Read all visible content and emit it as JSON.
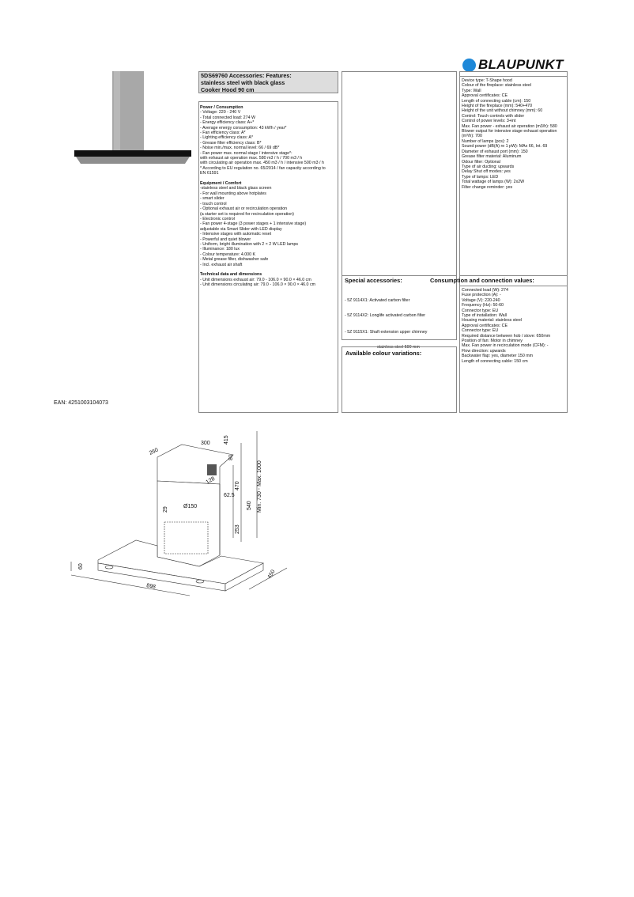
{
  "brand": {
    "name": "BLAUPUNKT",
    "color": "#1e88d8"
  },
  "title_lines": [
    "5DS69760 Accessories: Features:",
    "stainless steel with black glass",
    "Cooker Hood 90 cm"
  ],
  "features": [
    {
      "text": "Power / Consumption",
      "bold": true
    },
    {
      "text": "- Voltage: 220 - 240 V"
    },
    {
      "text": "- Total connected load: 274 W"
    },
    {
      "text": "- Energy efficiency class: A+*"
    },
    {
      "text": "- Average energy consumption: 43 kWh / year*"
    },
    {
      "text": "- Fan efficiency class: A*"
    },
    {
      "text": "- Lighting efficiency class: A*"
    },
    {
      "text": "- Grease filter efficiency class: B*"
    },
    {
      "text": "- Noise min./max. normal level: 66 / 69 dB*"
    },
    {
      "text": "- Fan power max. normal stage / intensive stage*:"
    },
    {
      "text": "with exhaust air operation max. 580 m3 / h / 700 m3 / h"
    },
    {
      "text": "with circulating air operation max. 450 m3 / h / intensive 500 m3 / h"
    },
    {
      "text": "* According to EU regulation no. 65/2014 / fan capacity according to"
    },
    {
      "text": "EN 61591"
    },
    {
      "text": ""
    },
    {
      "text": "Equipment / Comfort",
      "bold": true
    },
    {
      "text": "-stainless steel and black glass screen"
    },
    {
      "text": "- For wall mounting above hotplates"
    },
    {
      "text": "- smart slider"
    },
    {
      "text": "- touch control"
    },
    {
      "text": "- Optional exhaust air or recirculation operation"
    },
    {
      "text": "(a starter set is required for recirculation operation)"
    },
    {
      "text": "- Electronic control"
    },
    {
      "text": "- Fan power 4-stage (3 power stages + 1 intensive stage)"
    },
    {
      "text": "adjustable via Smart Slider with LED display"
    },
    {
      "text": "- Intensive stages with automatic reset"
    },
    {
      "text": "- Powerful and quiet blower"
    },
    {
      "text": "- Uniform, bright illumination with 2 × 2 W LED lamps"
    },
    {
      "text": "- Illuminance: 180 lux"
    },
    {
      "text": "- Colour temperature: 4.000 K"
    },
    {
      "text": "- Metal grease filter, dishwasher safe"
    },
    {
      "text": "- Incl. exhaust air shaft"
    },
    {
      "text": ""
    },
    {
      "text": "Technical data and dimensions",
      "bold": true
    },
    {
      "text": "- Unit dimensions exhaust air: 79.0 - 106.0 × 90.0 × 46.0 cm"
    },
    {
      "text": "- Unit dimensions circulating air: 79.0 - 106.0 × 90.0 × 46.0 cm"
    }
  ],
  "specs": [
    "Device type: T-Shape hood",
    "Colour of the fireplace: stainless steel",
    "Type: Wall",
    "Approval certificates: CE",
    "Length of connecting cable (cm): 150",
    "Height of the fireplace (mm): 540+470",
    "Height of the unit without chimney (mm): 60",
    "Control: Touch controls with slider",
    "Control of power levels: 3+int",
    "Max. Fan power - exhaust air operation (m3/h): 580",
    "Blower output for intensive stage exhaust operation",
    "(m³/h): 700",
    "Number of lamps (pcs): 2",
    "Sound power (dB(A) re 1 pW): MAx 66, Int. 69",
    "Diameter of exhaust port (mm): 150",
    "Grease filter material: Aluminum",
    "Odour filter: Optional",
    "Type of air ducting: upwards",
    "Delay Shut off modes: yes",
    "Type of lamps: LED",
    "Total wattage of lamps (W): 2x2W",
    "Filter change reminder: yes"
  ],
  "special_accessories": {
    "heading": "Special accessories:",
    "items": [
      "- 5Z 9114X1: Activated carbon filter",
      "- 5Z 9114X2: Longlife activated carbon filter",
      "- 5Z 9115X1: Shaft extension upper chimney",
      "stainless steel 590 mm"
    ]
  },
  "connection": {
    "heading": "Consumption and connection values:",
    "items": [
      "Connected load (W): 274",
      "Fuse protection (A): -",
      "Voltage (V): 220-240",
      "Frequency (Hz): 50-60",
      "Connector type: EU",
      "Type of installation: Wall",
      "Housing material: stainless steel",
      "Approval certificates: CE",
      "Connector type: EU",
      "Required distance between hob / stove: 650mm",
      "Position of fan: Motor in chimney",
      "Max. Fan power in recirculation mode (CFM): -",
      "Flow direction: upwards",
      "Backwater flap: yes, diameter 150 mm",
      "Length of connecting cable: 150 cm"
    ]
  },
  "colour_variations": {
    "heading": "Available colour variations:"
  },
  "ean": "EAN: 4251003104073",
  "drawing_labels": {
    "d260": "260",
    "d300": "300",
    "d415": "415",
    "d81": "81",
    "d128": "128",
    "d470": "470",
    "d625": "62.5",
    "d150": "Ø150",
    "d29": "29",
    "d540": "540",
    "d253": "253",
    "dmin": "Min. 730 - Max. 1000",
    "d60": "60",
    "d898": "898",
    "d450": "450"
  }
}
